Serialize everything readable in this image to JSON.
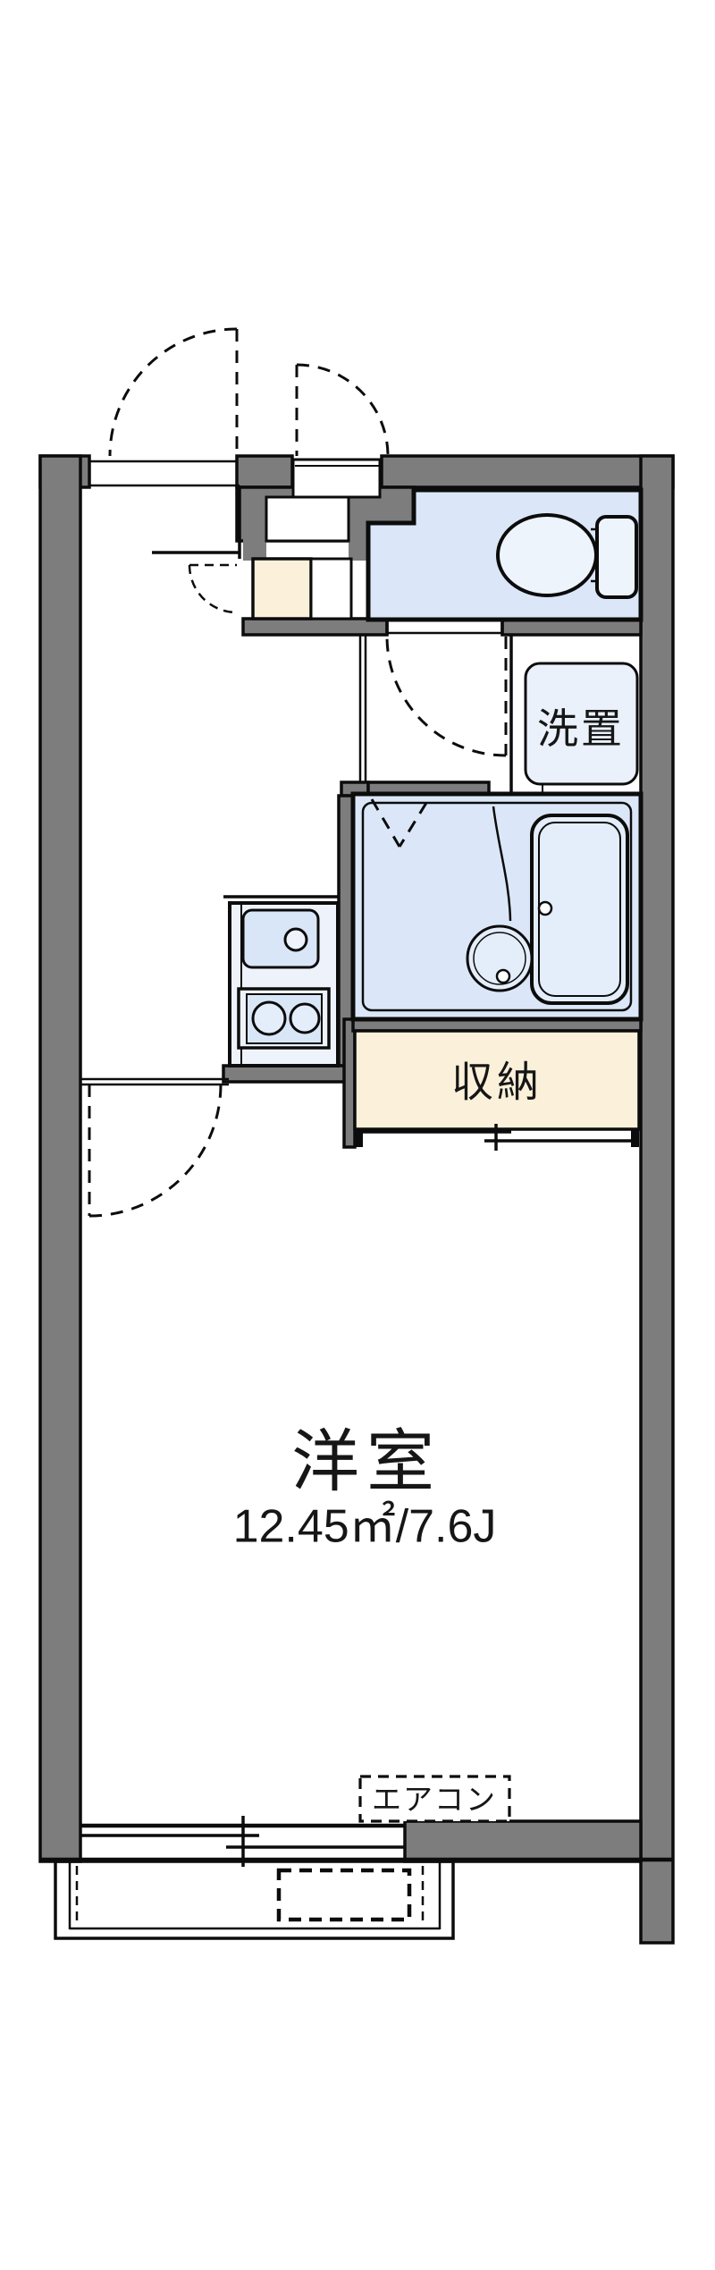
{
  "floor_plan": {
    "title": "1K apartment floor plan",
    "rooms": {
      "main_room": {
        "label": "洋室",
        "size_label": "12.45㎡/7.6J"
      },
      "storage": {
        "label": "収納"
      },
      "laundry": {
        "label": "洗置"
      },
      "aircon": {
        "label": "エアコン"
      }
    },
    "fixtures": [
      "entry-door-swing",
      "outside-closet-door-swing",
      "shoe-cabinet",
      "toilet",
      "toilet-door-swing",
      "washing-machine-space",
      "unit-bath",
      "bathtub",
      "wash-basin",
      "shower-spray",
      "kitchen-sink",
      "gas-stove",
      "room-door-swing",
      "storage-sliding-door",
      "air-conditioner",
      "balcony",
      "balcony-sliding-window",
      "outdoor-unit-space"
    ],
    "colors": {
      "wall": "#7d7d7d",
      "line": "#0c0c0c",
      "wet": "#dbe7f8",
      "wetlight": "#eaf1fb",
      "beige": "#fbf1da"
    }
  }
}
